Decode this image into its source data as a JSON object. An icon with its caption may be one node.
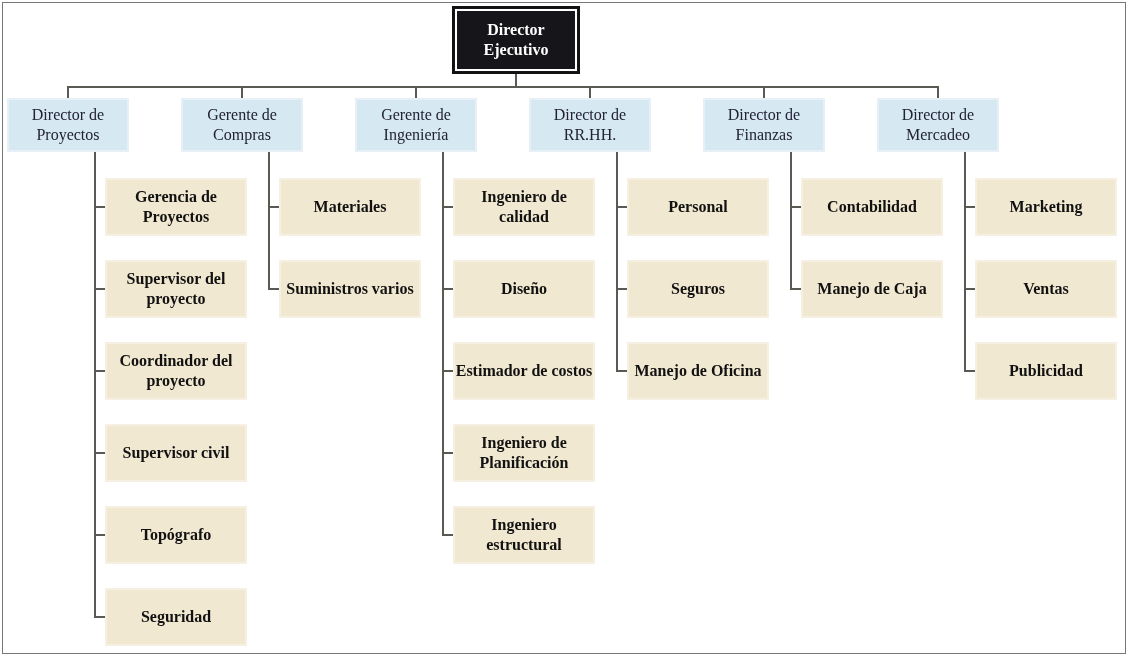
{
  "diagram": {
    "nodes": [
      {
        "text": [
          "Director Ejecutivo"
        ]
      },
      {
        "text": [
          "Director de Proyectos"
        ]
      },
      {
        "text": [
          "Gerente de Compras"
        ]
      },
      {
        "text": [
          "Gerente de Ingeniería"
        ]
      },
      {
        "text": [
          "Director de RR.HH."
        ]
      },
      {
        "text": [
          "Director de Finanzas"
        ]
      },
      {
        "text": [
          "Director de Mercadeo"
        ]
      },
      {
        "text": [
          "Gerencia de Proyectos"
        ]
      },
      {
        "text": [
          "Supervisor del proyecto"
        ]
      },
      {
        "text": [
          "Coordinador del proyecto"
        ]
      },
      {
        "text": [
          "Supervisor civil"
        ]
      },
      {
        "text": [
          "Topógrafo"
        ]
      },
      {
        "text": [
          "Seguridad"
        ]
      },
      {
        "text": [
          "Materiales"
        ]
      },
      {
        "text": [
          "Suministros varios"
        ]
      },
      {
        "text": [
          "Ingeniero de calidad"
        ]
      },
      {
        "text": [
          "Diseño"
        ]
      },
      {
        "text": [
          "Estimador de costos"
        ]
      },
      {
        "text": [
          "Ingeniero de Planificación"
        ]
      },
      {
        "text": [
          "Ingeniero estructural"
        ]
      },
      {
        "text": [
          "Personal"
        ]
      },
      {
        "text": [
          "Seguros"
        ]
      },
      {
        "text": [
          "Manejo de Oficina"
        ]
      },
      {
        "text": [
          "Contabilidad"
        ]
      },
      {
        "text": [
          "Manejo de Caja"
        ]
      },
      {
        "text": [
          "Marketing"
        ]
      },
      {
        "text": [
          "Ventas"
        ]
      },
      {
        "text": [
          "Publicidad"
        ]
      }
    ],
    "edges": [
      {
        "from": 0,
        "to": 1,
        "arrow": "none"
      },
      {
        "from": 0,
        "to": 2,
        "arrow": "none"
      },
      {
        "from": 0,
        "to": 3,
        "arrow": "none"
      },
      {
        "from": 0,
        "to": 4,
        "arrow": "none"
      },
      {
        "from": 0,
        "to": 5,
        "arrow": "none"
      },
      {
        "from": 0,
        "to": 6,
        "arrow": "none"
      },
      {
        "from": 1,
        "to": 7,
        "arrow": "none"
      },
      {
        "from": 1,
        "to": 8,
        "arrow": "none"
      },
      {
        "from": 1,
        "to": 9,
        "arrow": "none"
      },
      {
        "from": 1,
        "to": 10,
        "arrow": "none"
      },
      {
        "from": 1,
        "to": 11,
        "arrow": "none"
      },
      {
        "from": 1,
        "to": 12,
        "arrow": "none"
      },
      {
        "from": 2,
        "to": 13,
        "arrow": "none"
      },
      {
        "from": 2,
        "to": 14,
        "arrow": "none"
      },
      {
        "from": 3,
        "to": 15,
        "arrow": "none"
      },
      {
        "from": 3,
        "to": 16,
        "arrow": "none"
      },
      {
        "from": 3,
        "to": 17,
        "arrow": "none"
      },
      {
        "from": 3,
        "to": 18,
        "arrow": "none"
      },
      {
        "from": 3,
        "to": 19,
        "arrow": "none"
      },
      {
        "from": 4,
        "to": 20,
        "arrow": "none"
      },
      {
        "from": 4,
        "to": 21,
        "arrow": "none"
      },
      {
        "from": 4,
        "to": 22,
        "arrow": "none"
      },
      {
        "from": 5,
        "to": 23,
        "arrow": "none"
      },
      {
        "from": 5,
        "to": 24,
        "arrow": "none"
      },
      {
        "from": 6,
        "to": 25,
        "arrow": "none"
      },
      {
        "from": 6,
        "to": 26,
        "arrow": "none"
      },
      {
        "from": 6,
        "to": 27,
        "arrow": "none"
      }
    ]
  }
}
